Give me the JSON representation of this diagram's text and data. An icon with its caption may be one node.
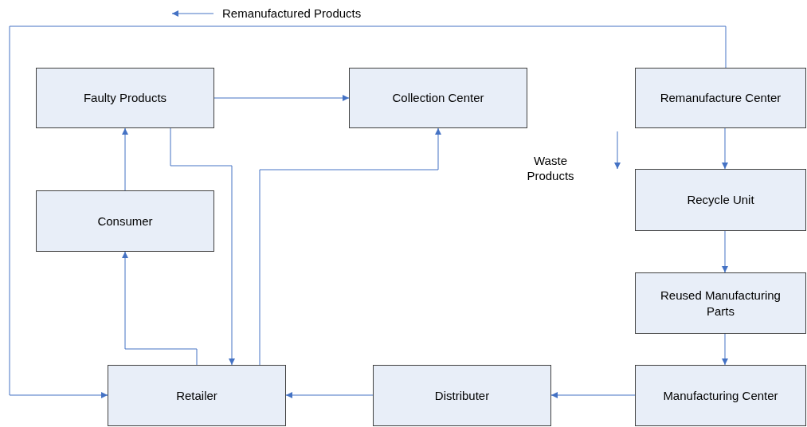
{
  "diagram": {
    "nodes": [
      {
        "text": [
          "Faulty Products"
        ]
      },
      {
        "text": [
          "Collection Center"
        ]
      },
      {
        "text": [
          "Remanufacture Center"
        ]
      },
      {
        "text": [
          "Consumer"
        ]
      },
      {
        "text": [
          "Recycle Unit"
        ]
      },
      {
        "text": [
          "Reused Manufacturing Parts"
        ]
      },
      {
        "text": [
          "Retailer"
        ]
      },
      {
        "text": [
          "Distributer"
        ]
      },
      {
        "text": [
          "Manufacturing Center"
        ]
      }
    ],
    "edges": [
      {
        "from": 0,
        "to": 1,
        "arrow": "to"
      },
      {
        "from": 3,
        "to": 0,
        "arrow": "to"
      },
      {
        "from": 6,
        "to": 3,
        "arrow": "to"
      },
      {
        "from": 0,
        "to": 6,
        "arrow": "to"
      },
      {
        "from": 6,
        "to": 1,
        "arrow": "to"
      },
      {
        "from": 2,
        "to": 6,
        "arrow": "to",
        "label": "Remanufactured Products"
      },
      {
        "from": 2,
        "to": 4,
        "arrow": "to"
      },
      {
        "from": 4,
        "to": 5,
        "arrow": "to"
      },
      {
        "from": 5,
        "to": 8,
        "arrow": "to"
      },
      {
        "from": 8,
        "to": 7,
        "arrow": "to"
      },
      {
        "from": 7,
        "to": 6,
        "arrow": "to"
      }
    ],
    "labels": [
      "Waste Products"
    ]
  }
}
